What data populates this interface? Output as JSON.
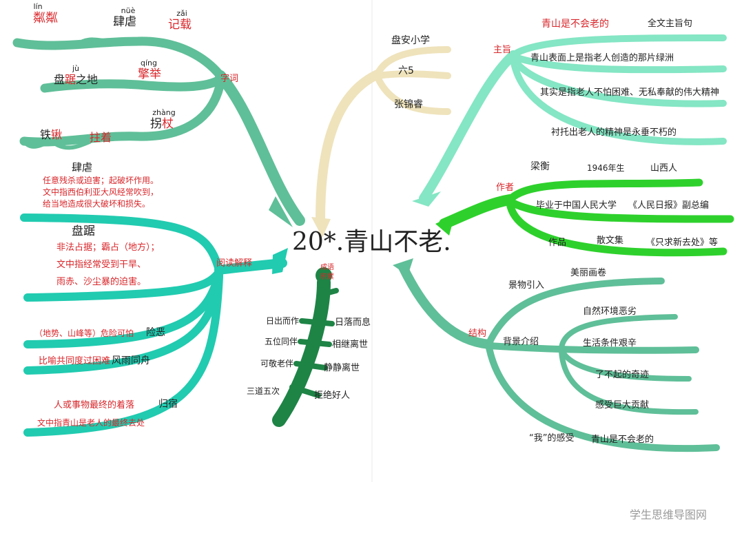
{
  "title": "20*.青山不老.",
  "watermark": "学生思维导图网",
  "colors": {
    "teal": "#5fbf98",
    "turquoise": "#21cbb0",
    "mint": "#84e6c4",
    "green": "#2ed12c",
    "cream": "#efe3bc",
    "dark_green": "#1e8446",
    "red_text": "#d8262a",
    "black_text": "#222222"
  },
  "branches": {
    "info": {
      "items": [
        "盘安小学",
        "六5",
        "张锦睿"
      ]
    },
    "zici": {
      "label": "字词",
      "items": {
        "w1": {
          "pinyin": "lín",
          "text": "粼粼"
        },
        "w2": {
          "pinyin": "nüè",
          "text": "肆虐"
        },
        "w3": {
          "pinyin": "zǎi",
          "text": "记载"
        },
        "w4": {
          "pinyin": "jù",
          "text_a": "盘",
          "red": "踞",
          "text_b": "之地"
        },
        "w5": {
          "pinyin": "qíng",
          "text": "擎举"
        },
        "w6": {
          "pinyin": "zhàng",
          "text_a": "拐",
          "red": "杖"
        },
        "w7": {
          "text_a": "铁",
          "red": "锹"
        },
        "w8": {
          "text": "拄着"
        }
      }
    },
    "yuedu": {
      "label": "阅读解释",
      "siniu": {
        "term": "肆虐",
        "lines": [
          "任意残杀或迫害；起破坏作用。",
          "文中指西伯利亚大风经常吹到，",
          "给当地造成很大破坏和损失。"
        ]
      },
      "panju": {
        "term": "盘踞",
        "lines": [
          "非法占据；霸占（地方）；",
          "文中指经常受到干旱、",
          "雨赤、沙尘暴的迫害。"
        ]
      },
      "weixian": {
        "def": "（地势、山峰等）危险可怕",
        "term": "险恶"
      },
      "fengyu": {
        "def": "比喻共同度过困难",
        "term": "风雨同舟"
      },
      "guisu": {
        "term": "归宿",
        "lines": [
          "人或事物最终的着落",
          "文中指青山是老人的最终去处"
        ]
      }
    },
    "zhiyi": {
      "label": "主旨",
      "intro": "青山是不会老的",
      "note": "全文主旨句",
      "items": [
        "青山表面上是指老人创造的那片绿洲",
        "其实是指老人不怕困难、无私奉献的伟大精神",
        "衬托出老人的精神是永垂不朽的"
      ]
    },
    "zuozhe": {
      "label": "作者",
      "row1": [
        "梁衡",
        "1946年生",
        "山西人"
      ],
      "row2": [
        "毕业于中国人民大学",
        "《人民日报》副总编"
      ],
      "row3": [
        "作品",
        "散文集",
        "《只求新去处》等"
      ]
    },
    "jiegou": {
      "label": "结构",
      "jingwu": "景物引入",
      "meili": "美丽画卷",
      "beijing": "背景介绍",
      "sub": [
        "自然环境恶劣",
        "生活条件艰辛",
        "了不起的奇迹",
        "感受巨大贡献"
      ],
      "ganshou": "“我”的感受",
      "final": "青山是不会老的"
    },
    "chengyu": {
      "label_a": "成语",
      "label_b": "积累",
      "left": [
        "日出而作",
        "五位同伴",
        "可敬老伴",
        "三道五次"
      ],
      "right": [
        "日落而息",
        "相继离世",
        "静静离世",
        "拒绝好人"
      ]
    }
  }
}
